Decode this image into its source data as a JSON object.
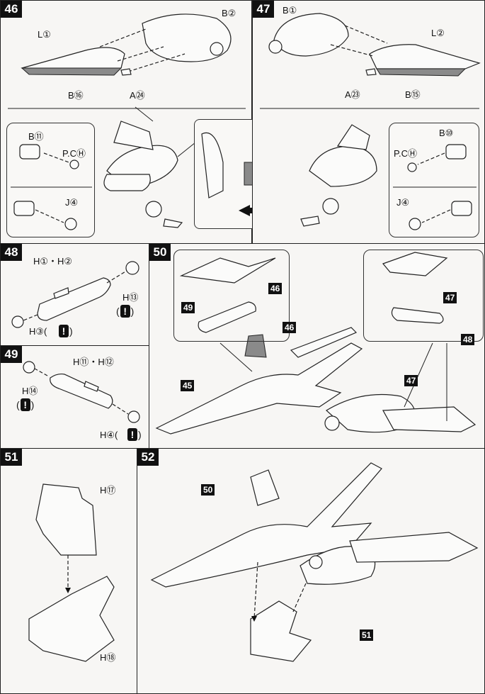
{
  "steps": {
    "s46": {
      "num": "46",
      "l1": "L①",
      "b2": "B②",
      "b16": "B⑯",
      "a24": "A㉔",
      "b11": "B⑪",
      "pch": "P.CⒽ",
      "j4": "J④"
    },
    "s47": {
      "num": "47",
      "b1": "B①",
      "l2": "L②",
      "a23": "A㉓",
      "b15": "B⑮",
      "b10": "B⑩",
      "pch": "P.CⒽ",
      "j4": "J④"
    },
    "s48": {
      "num": "48",
      "h12": "H①・H②",
      "h13": "H⑬",
      "h3": "H③("
    },
    "s49": {
      "num": "49",
      "h1112": "H⑪・H⑫",
      "h14": "H⑭",
      "h4": "H④("
    },
    "s50": {
      "num": "50",
      "t46a": "46",
      "t49": "49",
      "t47a": "47",
      "t48": "48",
      "t46b": "46",
      "t45": "45",
      "t47b": "47"
    },
    "s51": {
      "num": "51",
      "h17": "H⑰",
      "h18": "H⑱"
    },
    "s52": {
      "num": "52",
      "t50": "50",
      "t51": "51"
    }
  },
  "icons": [
    "warning-exclamation-icon",
    "finger-press-icon",
    "direction-arrow-icon"
  ]
}
